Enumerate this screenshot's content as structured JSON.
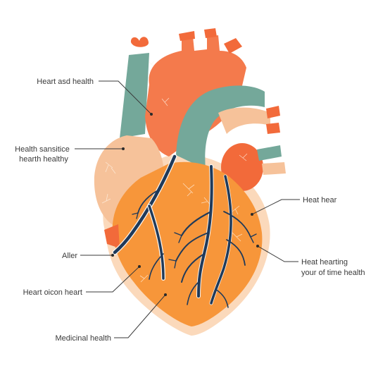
{
  "labels": {
    "heart_and_health": "Heart asd health",
    "health_sensitice_1": "Health sansitice",
    "health_sensitice_2": "hearth healthy",
    "aller": "Aller",
    "heart_icon_heart": "Heart oicon heart",
    "medicinal_health": "Medicinal health",
    "heat_hear": "Heat hear",
    "heat_hearting_1": "Heat hearting",
    "heat_hearting_2": "your of time health"
  },
  "colors": {
    "aorta": "#f47a4c",
    "pulmonary_artery": "#74a89a",
    "right_atrium": "#f6c29a",
    "left_atrium": "#f26a3a",
    "ventricles": "#f7963a",
    "ventricle_outline": "#fbd9bb",
    "coronary_vessels": "#1f3a5a",
    "label_text": "#3a3a3a"
  }
}
